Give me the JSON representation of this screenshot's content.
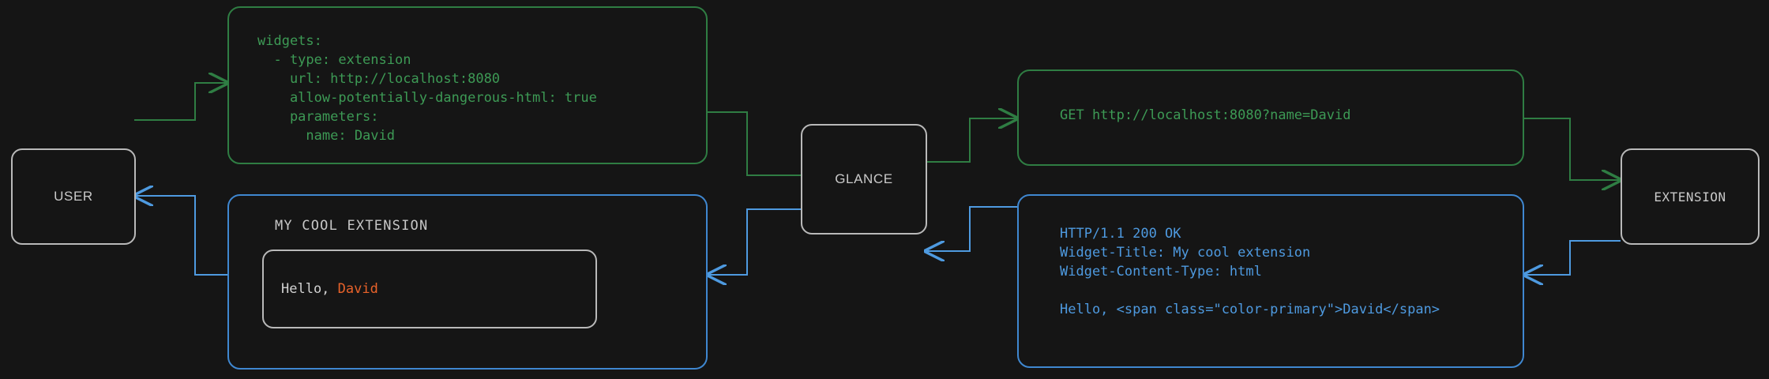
{
  "colors": {
    "background": "#151515",
    "node_border": "#b9b9b9",
    "green": "#2f7d43",
    "green_text": "#3d9a55",
    "blue": "#3f87d0",
    "blue_text": "#4e9ae0",
    "accent_orange": "#e8622a",
    "neutral_text": "#c9c9c9"
  },
  "nodes": {
    "user": {
      "label": "USER"
    },
    "glance": {
      "label": "GLANCE"
    },
    "extension": {
      "label": "EXTENSION"
    }
  },
  "boxes": {
    "config_yaml": {
      "lines": [
        "widgets:",
        "  - type: extension",
        "    url: http://localhost:8080",
        "    allow-potentially-dangerous-html: true",
        "    parameters:",
        "      name: David"
      ]
    },
    "http_request": {
      "lines": [
        "GET http://localhost:8080?name=David"
      ]
    },
    "http_response": {
      "lines": [
        "HTTP/1.1 200 OK",
        "Widget-Title: My cool extension",
        "Widget-Content-Type: html",
        "",
        "Hello, <span class=\"color-primary\">David</span>"
      ]
    },
    "rendered_widget": {
      "title": "MY COOL EXTENSION",
      "body_prefix": "Hello, ",
      "body_accent": "David"
    }
  },
  "connectors": [
    {
      "name": "user-to-config",
      "color": "green",
      "direction": "right"
    },
    {
      "name": "config-to-glance",
      "color": "green",
      "direction": "right"
    },
    {
      "name": "glance-to-request",
      "color": "green",
      "direction": "right"
    },
    {
      "name": "request-to-extension",
      "color": "green",
      "direction": "right"
    },
    {
      "name": "extension-to-response",
      "color": "blue",
      "direction": "left"
    },
    {
      "name": "response-to-glance",
      "color": "blue",
      "direction": "left"
    },
    {
      "name": "glance-to-widget",
      "color": "blue",
      "direction": "left"
    },
    {
      "name": "widget-to-user",
      "color": "blue",
      "direction": "left"
    }
  ]
}
